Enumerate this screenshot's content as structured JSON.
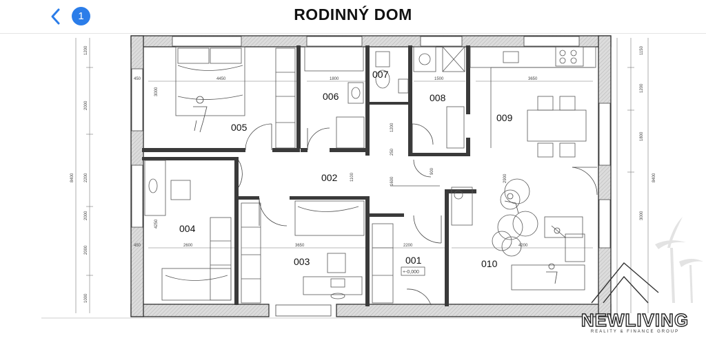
{
  "header": {
    "title": "RODINNÝ DOM",
    "badge_count": "1",
    "back_icon": "chevron-left-icon"
  },
  "floorplan": {
    "rooms": {
      "r002": "002",
      "r005": "005",
      "r006": "006",
      "r007": "007",
      "r008": "008",
      "r009": "009",
      "r004": "004",
      "r003": "003",
      "r001": "001",
      "r010": "010"
    },
    "level_mark": "+-0,000",
    "dimensions": {
      "left_total": "8400",
      "right_total": "8400",
      "left_1": "1200",
      "left_2": "2000",
      "left_3": "2200",
      "left_4": "2000",
      "left_5": "1000",
      "right_1": "1150",
      "right_2": "1200",
      "right_3": "1800",
      "right_4": "3000",
      "d_4450": "4450",
      "d_1800": "1800",
      "d_1500": "1500",
      "d_3650a": "3650",
      "d_2600": "2600",
      "d_3650b": "3650",
      "d_2200": "2200",
      "d_4200": "4200",
      "d_3000": "3000",
      "d_4250": "4250",
      "d_1600": "1600",
      "d_1200": "1200",
      "d_900": "900",
      "d_250": "250",
      "d_1100": "1100",
      "d_2900": "2900",
      "d_450a": "450",
      "d_450b": "450",
      "d_2000b": "2000"
    }
  },
  "brand": {
    "name": "NEWLIVING",
    "tagline": "REALITY & FINANCE GROUP"
  },
  "colors": {
    "wall_fill": "#d8d8d8",
    "accent_blue": "#2b7de9"
  }
}
